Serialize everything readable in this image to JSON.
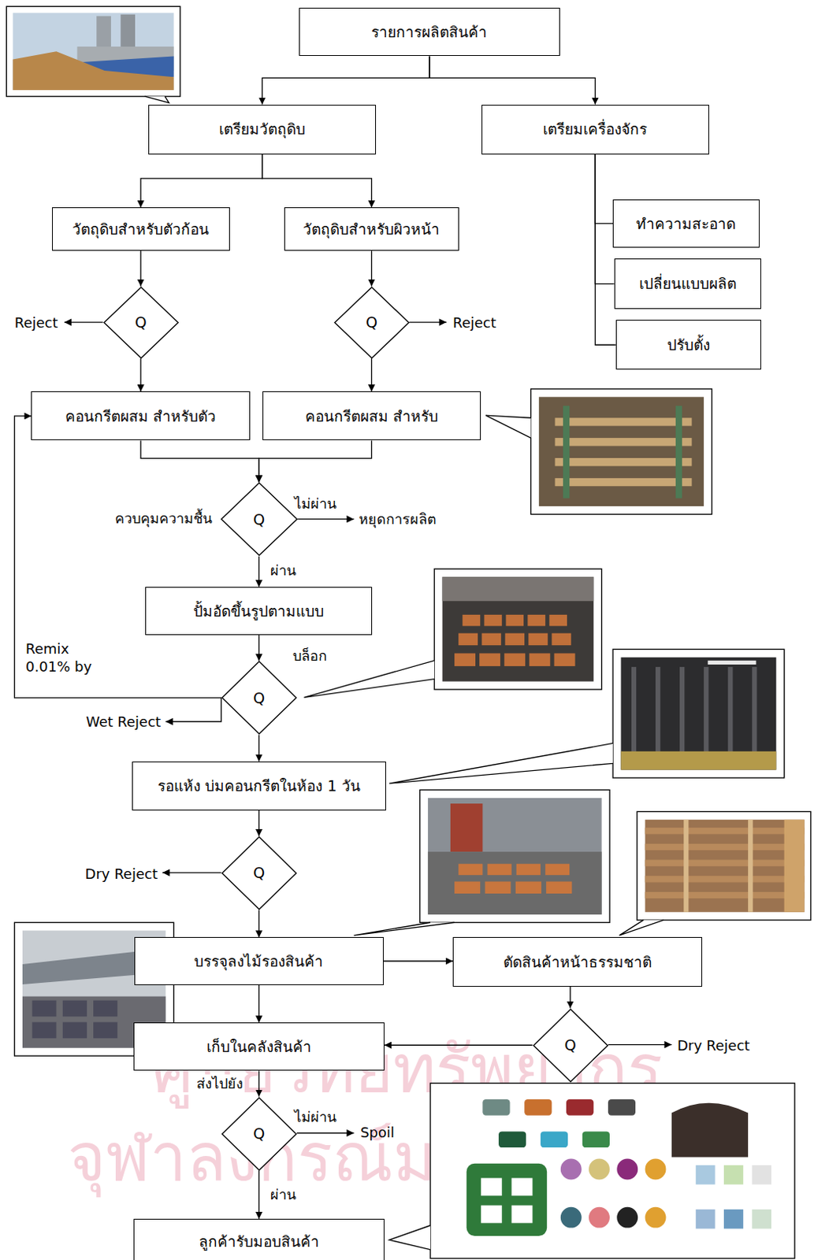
{
  "diagram": {
    "nodes": [
      {
        "text": [
          "รายการผลิตสินค้า"
        ]
      },
      {
        "text": [
          "เตรียมวัตถุดิบ"
        ]
      },
      {
        "text": [
          "เตรียมเครื่องจักร"
        ]
      },
      {
        "text": [
          "วัตถุดิบสำหรับตัวก้อน"
        ]
      },
      {
        "text": [
          "วัตถุดิบสำหรับผิวหน้า"
        ]
      },
      {
        "text": [
          "ทำความสะอาด"
        ]
      },
      {
        "text": [
          "เปลี่ยนแบบผลิต"
        ]
      },
      {
        "text": [
          "ปรับตั้ง"
        ]
      },
      {
        "text": [
          "Q"
        ]
      },
      {
        "text": [
          "Q"
        ]
      },
      {
        "text": [
          "คอนกรีตผสม สำหรับตัว"
        ]
      },
      {
        "text": [
          "คอนกรีตผสม สำหรับ"
        ]
      },
      {
        "text": [
          "Q"
        ]
      },
      {
        "text": [
          "ปั้มอัดขึ้นรูปตามแบบ"
        ]
      },
      {
        "text": [
          "Q"
        ]
      },
      {
        "text": [
          "รอแห้ง บ่มคอนกรีตในห้อง 1 วัน"
        ]
      },
      {
        "text": [
          "Q"
        ]
      },
      {
        "text": [
          "บรรจุลงไม้รองสินค้า"
        ]
      },
      {
        "text": [
          "ตัดสินค้าหน้าธรรมชาติ"
        ]
      },
      {
        "text": [
          "Q"
        ]
      },
      {
        "text": [
          "เก็บในคลังสินค้า"
        ]
      },
      {
        "text": [
          "Q"
        ]
      },
      {
        "text": [
          "ลูกค้ารับมอบสินค้า"
        ]
      }
    ],
    "edges": [
      {
        "from": 0,
        "to": 1,
        "arrow": "to"
      },
      {
        "from": 0,
        "to": 2,
        "arrow": "to"
      },
      {
        "from": 1,
        "to": 3,
        "arrow": "to"
      },
      {
        "from": 1,
        "to": 4,
        "arrow": "to"
      },
      {
        "from": 2,
        "to": 5,
        "arrow": "none"
      },
      {
        "from": 2,
        "to": 6,
        "arrow": "none"
      },
      {
        "from": 2,
        "to": 7,
        "arrow": "none"
      },
      {
        "from": 3,
        "to": 8,
        "arrow": "to"
      },
      {
        "from": 4,
        "to": 9,
        "arrow": "to"
      },
      {
        "from": 8,
        "to": 10,
        "arrow": "to"
      },
      {
        "from": 9,
        "to": 11,
        "arrow": "to"
      },
      {
        "from": 10,
        "to": 12,
        "arrow": "to"
      },
      {
        "from": 11,
        "to": 12,
        "arrow": "to"
      },
      {
        "from": 12,
        "to": 13,
        "label": "ผ่าน",
        "arrow": "to"
      },
      {
        "from": 13,
        "to": 14,
        "arrow": "to"
      },
      {
        "from": 14,
        "to": 10,
        "label": "Remix 0.01% by",
        "arrow": "to"
      },
      {
        "from": 14,
        "to": 15,
        "arrow": "to"
      },
      {
        "from": 15,
        "to": 16,
        "arrow": "to"
      },
      {
        "from": 16,
        "to": 17,
        "arrow": "to"
      },
      {
        "from": 17,
        "to": 18,
        "arrow": "to"
      },
      {
        "from": 17,
        "to": 20,
        "arrow": "to"
      },
      {
        "from": 18,
        "to": 19,
        "arrow": "to"
      },
      {
        "from": 19,
        "to": 20,
        "arrow": "to"
      },
      {
        "from": 20,
        "to": 21,
        "label": "ส่งไปยัง",
        "arrow": "to"
      },
      {
        "from": 21,
        "to": 22,
        "label": "ผ่าน",
        "arrow": "to"
      }
    ],
    "labels": [
      "Reject",
      "Reject",
      "ควบคุมความชื้น",
      "ไม่ผ่าน",
      "หยุดการผลิต",
      "บล็อก",
      "Wet Reject",
      "Dry Reject",
      "Dry Reject",
      "ไม่ผ่าน",
      "Spoil",
      "ศูนย์วิทยทรัพยากร",
      "จุฬาลงกรณ์มหาวิทยาลัย"
    ]
  }
}
